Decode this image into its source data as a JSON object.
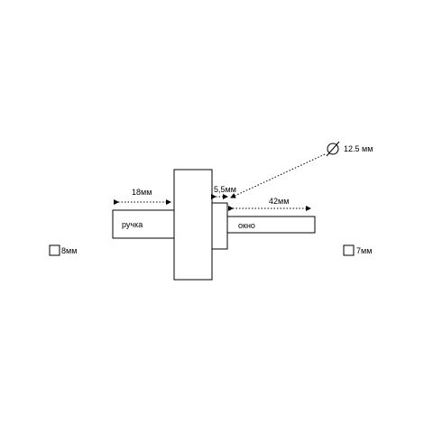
{
  "labels": {
    "handle_text": "ручка",
    "window_text": "окно",
    "dim_handle": "18мм",
    "dim_collar": "5,5мм",
    "dim_shaft": "42мм",
    "dim_diameter": "12.5 мм",
    "square_left": "8мм",
    "square_right": "7мм"
  }
}
